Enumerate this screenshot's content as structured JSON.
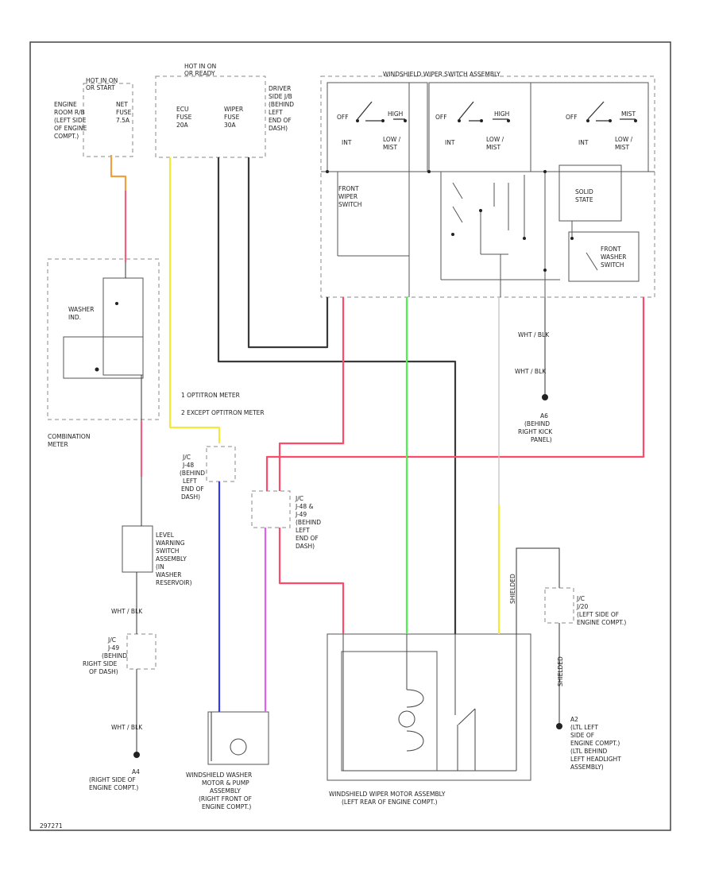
{
  "colors": {
    "frame": "#444444",
    "wire_black": "#3a3a3a",
    "wire_yellow": "#f2ea3a",
    "wire_orange": "#f0a040",
    "wire_pink": "#f06080",
    "wire_red": "#ff4a6a",
    "wire_green": "#4ef24e",
    "wire_blue": "#3838f0",
    "wire_violet": "#e060f0",
    "wire_gray": "#a8a8a8",
    "dashed_box": "#888888"
  },
  "labels": {
    "hot_in_on_or_start": [
      "HOT IN ON",
      "OR START"
    ],
    "engine_room_box": [
      "ENGINE",
      "ROOM R/B",
      "(LEFT SIDE",
      "OF ENGINE",
      "COMPT.)"
    ],
    "net_fuse": [
      "NET",
      "FUSE",
      "7.5A"
    ],
    "hot_in_on_top": [
      "HOT IN ON",
      "OR READY"
    ],
    "ecu_fuse": [
      "ECU",
      "FUSE",
      "20A"
    ],
    "wiper_fuse": [
      "WIPER",
      "FUSE",
      "30A"
    ],
    "driver_side_jb": [
      "DRIVER",
      "SIDE J/B",
      "(BEHIND",
      "LEFT",
      "END OF",
      "DASH)"
    ],
    "switch_assembly_title": "WINDSHIELD WIPER SWITCH ASSEMBLY",
    "sw_off_1": "OFF",
    "sw_high": "HIGH",
    "sw_int_1": "INT",
    "sw_low_mist_1": [
      "LOW /",
      "MIST"
    ],
    "sw_off_2": "OFF",
    "sw_high_2": "HIGH",
    "sw_int_2": "INT",
    "sw_low_mist_2": [
      "LOW /",
      "MIST"
    ],
    "sw_off_3": "OFF",
    "sw_mist_3": "MIST",
    "sw_int_3": "INT",
    "sw_low_3": [
      "LOW /",
      "MIST"
    ],
    "front_wiper_switch": [
      "FRONT",
      "WIPER",
      "SWITCH"
    ],
    "solid_state": [
      "SOLID",
      "STATE"
    ],
    "front_washer_switch": [
      "FRONT",
      "WASHER",
      "SWITCH"
    ],
    "washer_ind": [
      "WASHER",
      "IND."
    ],
    "combination_meter": [
      "COMBINATION",
      "METER"
    ],
    "legend_1": "1  OPTITRON METER",
    "legend_2": "2  EXCEPT OPTITRON METER",
    "jc_left_dash": [
      "J/C",
      "J-48",
      "(BEHIND",
      "LEFT",
      "END OF",
      "DASH)"
    ],
    "jc_48_49": [
      "J/C",
      "J-48 &",
      "J-49",
      "(BEHIND",
      "LEFT",
      "END OF",
      "DASH)"
    ],
    "level_warning_switch": [
      "LEVEL",
      "WARNING",
      "SWITCH",
      "ASSEMBLY",
      "(IN",
      "WASHER",
      "RESERVOIR)"
    ],
    "jc_right_dash": [
      "J/C",
      "J-49",
      "(BEHIND",
      "RIGHT SIDE",
      "OF DASH)"
    ],
    "ground_a4": [
      "A4",
      "(RIGHT SIDE OF",
      "ENGINE COMPT.)"
    ],
    "ground_a6": [
      "A6",
      "(BEHIND",
      "RIGHT KICK",
      "PANEL)"
    ],
    "washer_motor": [
      "WINDSHIELD WASHER",
      "MOTOR & PUMP",
      "ASSEMBLY",
      "(RIGHT FRONT OF",
      "ENGINE COMPT.)"
    ],
    "wiper_motor": [
      "WINDSHIELD WIPER MOTOR ASSEMBLY",
      "(LEFT REAR OF ENGINE COMPT.)"
    ],
    "jc_engine": [
      "J/C",
      "J/20",
      "(LEFT SIDE OF",
      "ENGINE COMPT.)"
    ],
    "ground_a2": [
      "A2",
      "(LTL LEFT",
      "SIDE OF",
      "ENGINE COMPT.)",
      "(LTL BEHIND",
      "LEFT HEADLIGHT",
      "ASSEMBLY)"
    ],
    "wht_blk": "WHT / BLK",
    "shielded": "SHIELDED",
    "figure_id": "297271"
  }
}
